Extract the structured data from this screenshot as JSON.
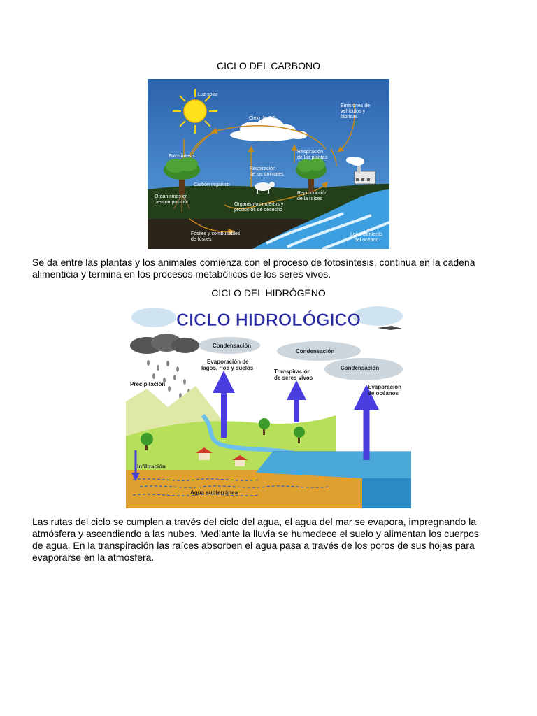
{
  "carbon": {
    "heading": "CICLO DEL CARBONO",
    "labels": {
      "sun": "Luz solar",
      "co2": "Cielo de CO₂",
      "emissions": [
        "Emisiones de",
        "vehículos y",
        "fábricas"
      ],
      "photosynthesis": "Fotosíntesis",
      "plant_resp": [
        "Respiración",
        "de las plantas"
      ],
      "animal_resp": [
        "Respiración",
        "de los animales"
      ],
      "organic": "Carbón orgánico",
      "decomposers": [
        "Organismos en",
        "descomposición"
      ],
      "root_repro": [
        "Reproducción",
        "de la raíces"
      ],
      "dead_org": [
        "Organismos muertos y",
        "productos de desecho"
      ],
      "fossils": [
        "Fósiles y combustibles",
        "de fósiles"
      ],
      "uplift": [
        "Levantamiento",
        "del océano"
      ]
    },
    "paragraph": [
      "Se da entre las plantas y los animales comienza con el proceso de fotosíntesis, continua en la cadena",
      "alimenticia y termina en los procesos metabólicos de los seres vivos."
    ]
  },
  "hydrogen": {
    "heading": "CICLO DEL HIDRÓGENO",
    "labels": {
      "title": "CICLO HIDROLÓGICO",
      "condensation": "Condensación",
      "evap_lakes": [
        "Evaporación de",
        "lagos, ríos y suelos"
      ],
      "transpiration": [
        "Transpiración",
        "de seres vivos"
      ],
      "evap_oceans": [
        "Evaporación",
        "de océanos"
      ],
      "precipitation": "Precipitación",
      "infiltration": "Infiltración",
      "groundwater": "Agua subterránea"
    },
    "paragraph": [
      "Las rutas del ciclo se cumplen a través del ciclo del agua, el agua del mar se evapora, impregnando la",
      "atmósfera y ascendiendo a las nubes. Mediante la lluvia se humedece el suelo y alimentan los cuerpos",
      "de agua. En la transpiración las raíces absorben el agua pasa a través de los poros de sus hojas para",
      "evaporarse en la atmósfera."
    ]
  },
  "colors": {
    "carbon_sky": "#2f6fb8",
    "carbon_ground": "#1f3b16",
    "arrow": "#c98a1a",
    "hydro_sky": "#ffffff",
    "hydro_title": "#2a2aa0",
    "hydro_arrow": "#4a3de0",
    "soil": "#e0a030",
    "sea": "#4aa8d8"
  }
}
